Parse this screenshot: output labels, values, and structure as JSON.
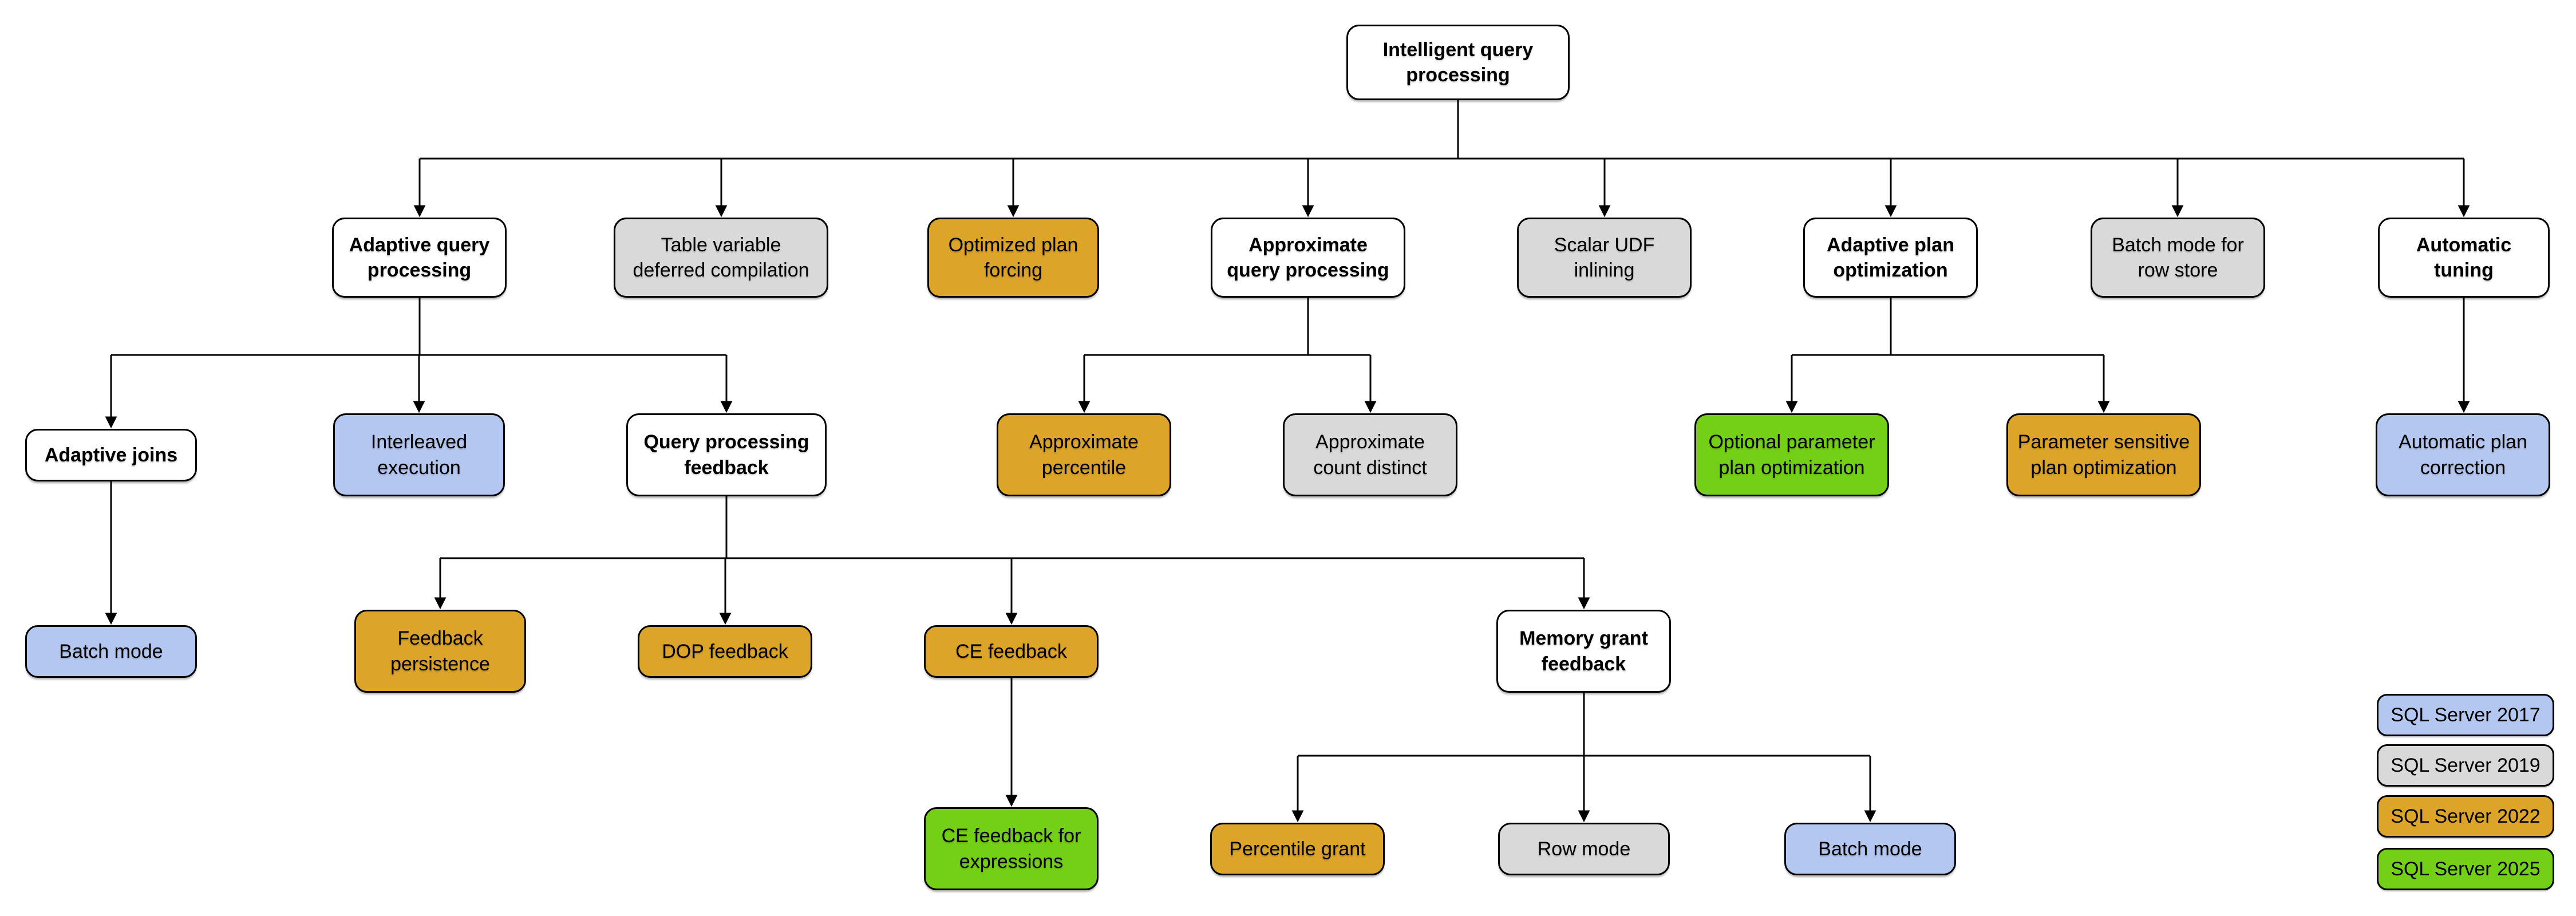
{
  "diagram": {
    "nodes": [
      {
        "id": "intelligent-query-processing",
        "label": "Intelligent query\nprocessing",
        "version": "category"
      },
      {
        "id": "adaptive-query-processing",
        "label": "Adaptive query\nprocessing",
        "version": "category"
      },
      {
        "id": "table-variable-deferred-compilation",
        "label": "Table variable\ndeferred compilation",
        "version": "2019"
      },
      {
        "id": "optimized-plan-forcing",
        "label": "Optimized plan\nforcing",
        "version": "2022"
      },
      {
        "id": "approximate-query-processing",
        "label": "Approximate\nquery processing",
        "version": "category"
      },
      {
        "id": "scalar-udf-inlining",
        "label": "Scalar UDF\ninlining",
        "version": "2019"
      },
      {
        "id": "adaptive-plan-optimization",
        "label": "Adaptive plan\noptimization",
        "version": "category"
      },
      {
        "id": "batch-mode-for-row-store",
        "label": "Batch mode for\nrow store",
        "version": "2019"
      },
      {
        "id": "automatic-tuning",
        "label": "Automatic\ntuning",
        "version": "category"
      },
      {
        "id": "adaptive-joins",
        "label": "Adaptive joins",
        "version": "category"
      },
      {
        "id": "interleaved-execution",
        "label": "Interleaved\nexecution",
        "version": "2017"
      },
      {
        "id": "query-processing-feedback",
        "label": "Query processing\nfeedback",
        "version": "category"
      },
      {
        "id": "approximate-percentile",
        "label": "Approximate\npercentile",
        "version": "2022"
      },
      {
        "id": "approximate-count-distinct",
        "label": "Approximate\ncount distinct",
        "version": "2019"
      },
      {
        "id": "optional-parameter-plan-optimization",
        "label": "Optional parameter\nplan optimization",
        "version": "2025"
      },
      {
        "id": "parameter-sensitive-plan-optimization",
        "label": "Parameter sensitive\nplan optimization",
        "version": "2022"
      },
      {
        "id": "automatic-plan-correction",
        "label": "Automatic plan\ncorrection",
        "version": "2017"
      },
      {
        "id": "batch-mode-adaptive-joins",
        "label": "Batch mode",
        "version": "2017"
      },
      {
        "id": "feedback-persistence",
        "label": "Feedback\npersistence",
        "version": "2022"
      },
      {
        "id": "dop-feedback",
        "label": "DOP feedback",
        "version": "2022"
      },
      {
        "id": "ce-feedback",
        "label": "CE feedback",
        "version": "2022"
      },
      {
        "id": "memory-grant-feedback",
        "label": "Memory grant\nfeedback",
        "version": "category"
      },
      {
        "id": "ce-feedback-for-expressions",
        "label": "CE feedback for\nexpressions",
        "version": "2025"
      },
      {
        "id": "percentile-grant",
        "label": "Percentile grant",
        "version": "2022"
      },
      {
        "id": "row-mode",
        "label": "Row mode",
        "version": "2019"
      },
      {
        "id": "batch-mode-memory-grant",
        "label": "Batch mode",
        "version": "2017"
      }
    ],
    "edges": [
      [
        "intelligent-query-processing",
        "adaptive-query-processing"
      ],
      [
        "intelligent-query-processing",
        "table-variable-deferred-compilation"
      ],
      [
        "intelligent-query-processing",
        "optimized-plan-forcing"
      ],
      [
        "intelligent-query-processing",
        "approximate-query-processing"
      ],
      [
        "intelligent-query-processing",
        "scalar-udf-inlining"
      ],
      [
        "intelligent-query-processing",
        "adaptive-plan-optimization"
      ],
      [
        "intelligent-query-processing",
        "batch-mode-for-row-store"
      ],
      [
        "intelligent-query-processing",
        "automatic-tuning"
      ],
      [
        "adaptive-query-processing",
        "adaptive-joins"
      ],
      [
        "adaptive-query-processing",
        "interleaved-execution"
      ],
      [
        "adaptive-query-processing",
        "query-processing-feedback"
      ],
      [
        "approximate-query-processing",
        "approximate-percentile"
      ],
      [
        "approximate-query-processing",
        "approximate-count-distinct"
      ],
      [
        "adaptive-plan-optimization",
        "optional-parameter-plan-optimization"
      ],
      [
        "adaptive-plan-optimization",
        "parameter-sensitive-plan-optimization"
      ],
      [
        "automatic-tuning",
        "automatic-plan-correction"
      ],
      [
        "adaptive-joins",
        "batch-mode-adaptive-joins"
      ],
      [
        "query-processing-feedback",
        "feedback-persistence"
      ],
      [
        "query-processing-feedback",
        "dop-feedback"
      ],
      [
        "query-processing-feedback",
        "ce-feedback"
      ],
      [
        "query-processing-feedback",
        "memory-grant-feedback"
      ],
      [
        "ce-feedback",
        "ce-feedback-for-expressions"
      ],
      [
        "memory-grant-feedback",
        "percentile-grant"
      ],
      [
        "memory-grant-feedback",
        "row-mode"
      ],
      [
        "memory-grant-feedback",
        "batch-mode-memory-grant"
      ]
    ],
    "legend": {
      "items": [
        {
          "year": "2017",
          "label": "SQL Server 2017",
          "color": "#b4c7f0"
        },
        {
          "year": "2019",
          "label": "SQL Server 2019",
          "color": "#d9d9d9"
        },
        {
          "year": "2022",
          "label": "SQL Server 2022",
          "color": "#dca428"
        },
        {
          "year": "2025",
          "label": "SQL Server 2025",
          "color": "#74d016"
        }
      ]
    }
  }
}
